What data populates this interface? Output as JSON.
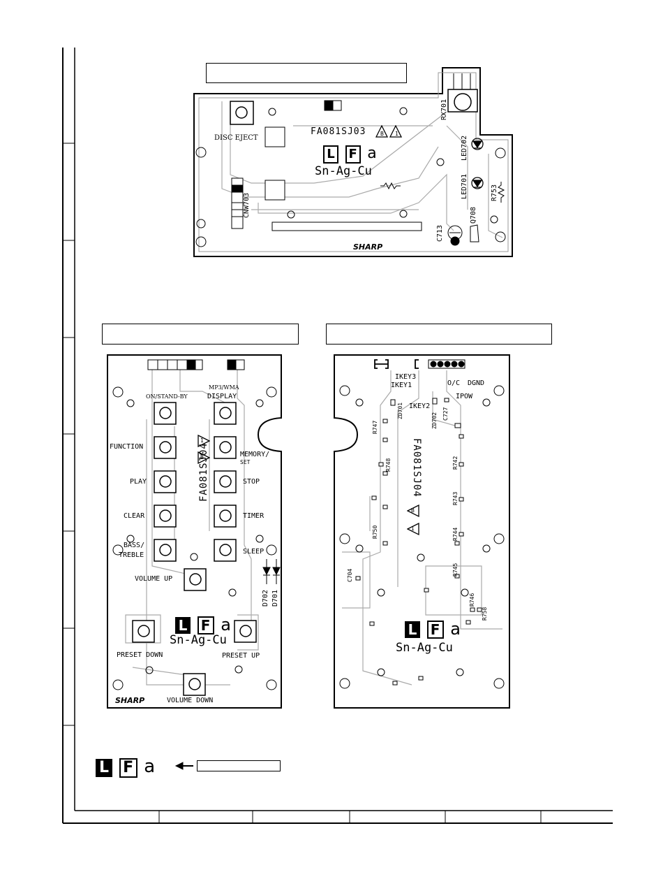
{
  "board_top": {
    "part_number": "FA081SJ03",
    "rev_b": "B",
    "rev_1": "1",
    "alloy": "Sn-Ag-Cu",
    "lfa": {
      "l": "L",
      "f": "F",
      "a": "a"
    },
    "brand": "SHARP",
    "labels": {
      "disc_eject": "DISC EJECT",
      "rx701": "RX701",
      "led702": "LED702",
      "led701": "LED701",
      "r753": "R753",
      "cnw703": "CNW703",
      "q708": "Q708",
      "c713": "C713"
    }
  },
  "board_left": {
    "part_number": "FA081SJ04",
    "rev_b": "B",
    "rev_1": "1",
    "alloy": "Sn-Ag-Cu",
    "lfa": {
      "l": "L",
      "f": "F",
      "a": "a"
    },
    "brand": "SHARP",
    "buttons": {
      "on_standby": "ON/STAND-BY",
      "mp3_wma": "MP3/WMA",
      "display": "DISPLAY",
      "function": "FUNCTION",
      "memory": "MEMORY/",
      "set": "SET",
      "play": "PLAY",
      "stop": "STOP",
      "clear": "CLEAR",
      "timer": "TIMER",
      "bass": "BASS/",
      "treble": "TREBLE",
      "sleep": "SLEEP",
      "volume_up": "VOLUME UP",
      "preset_down": "PRESET DOWN",
      "preset_up": "PRESET UP",
      "volume_down": "VOLUME DOWN",
      "d702": "D702",
      "d701": "D701"
    }
  },
  "board_right": {
    "part_number": "FA081SJ04",
    "rev_b": "B",
    "rev_1": "1",
    "alloy": "Sn-Ag-Cu",
    "lfa": {
      "l": "L",
      "f": "F",
      "a": "a"
    },
    "labels": {
      "ikey3": "IKEY3",
      "ikey1": "IKEY1",
      "ikey2": "IKEY2",
      "oc": "O/C",
      "dgnd": "DGND",
      "ipow": "IPOW",
      "zd701": "ZD701",
      "zd702": "ZD702",
      "c727": "C727",
      "r747": "R747",
      "r748": "R748",
      "r742": "R742",
      "r743": "R743",
      "r744": "R744",
      "r745": "R745",
      "r746": "R746",
      "r758": "R758",
      "r750": "R750",
      "c704": "C704"
    }
  },
  "legend": {
    "lfa": {
      "l": "L",
      "f": "F",
      "a": "a"
    }
  }
}
